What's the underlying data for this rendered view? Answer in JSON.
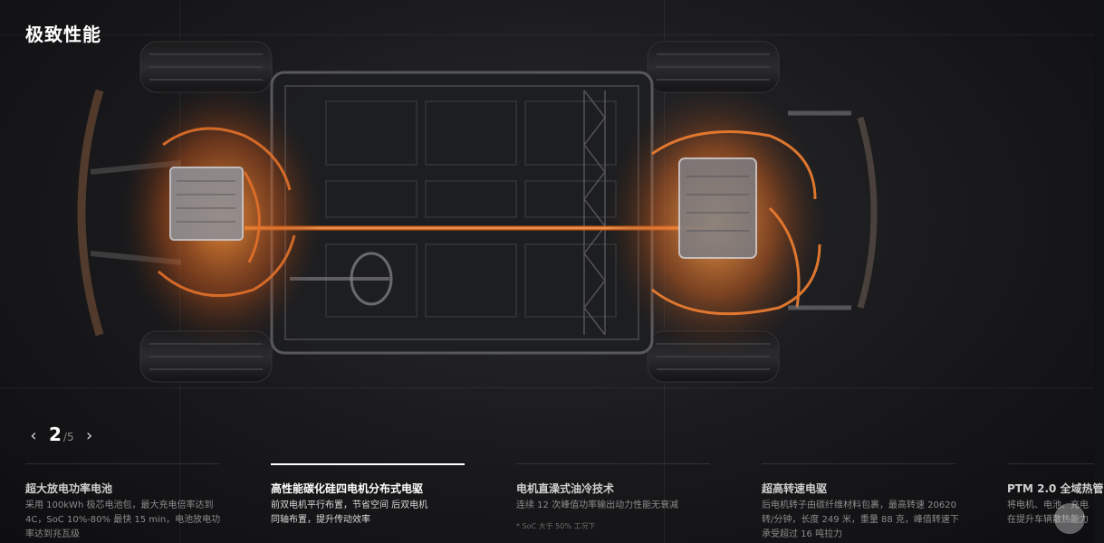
{
  "page": {
    "title": "极致性能"
  },
  "pager": {
    "prev_icon": "‹",
    "next_icon": "›",
    "current": "2",
    "total": "/5"
  },
  "features": [
    {
      "title": "超大放电功率电池",
      "desc": "采用 100kWh 极芯电池包，最大充电倍率达到 4C，SoC 10%-80% 最快 15 min，电池放电功率达到兆瓦级",
      "note": ""
    },
    {
      "title": "高性能碳化硅四电机分布式电驱",
      "desc": "前双电机平行布置，节省空间 后双电机同轴布置，提升传动效率",
      "note": ""
    },
    {
      "title": "电机直澡式油冷技术",
      "desc": "连续 12 次峰值功率输出动力性能无衰减",
      "note": "* SoC 大于 50% 工况下"
    },
    {
      "title": "超高转速电驱",
      "desc": "后电机转子由碳纤维材料包裹，最高转速 20620 转/分钟，长度 249 米，重量 88 克，峰值转速下承受超过 16 吨拉力",
      "note": ""
    },
    {
      "title": "PTM 2.0 全域热管",
      "desc": "将电机、电池、充电 在提升车辆散热能力",
      "note": ""
    }
  ],
  "active_feature": 1,
  "colors": {
    "accent": "#e06a1f",
    "glow": "#ff8a2b",
    "background": "#111214"
  }
}
